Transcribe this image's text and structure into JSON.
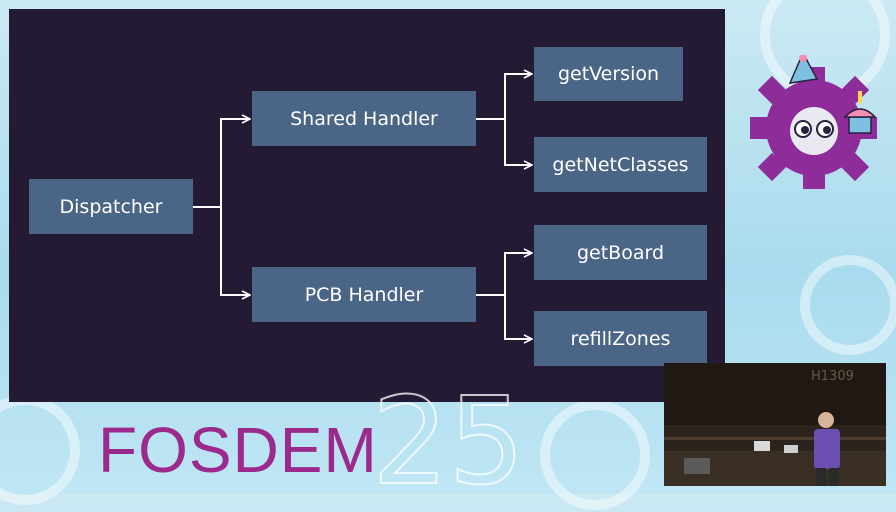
{
  "diagram": {
    "root": "Dispatcher",
    "handlers": [
      {
        "label": "Shared Handler",
        "methods": [
          "getVersion",
          "getNetClasses"
        ]
      },
      {
        "label": "PCB Handler",
        "methods": [
          "getBoard",
          "refillZones"
        ]
      }
    ]
  },
  "footer": {
    "brand": "FOSDEM",
    "year": "25"
  },
  "camera": {
    "room_number": "H1309"
  },
  "colors": {
    "slide_bg": "#241a33",
    "node_bg": "#4a6585",
    "brand": "#9b2a8c",
    "mascot": "#8e2c9a"
  }
}
